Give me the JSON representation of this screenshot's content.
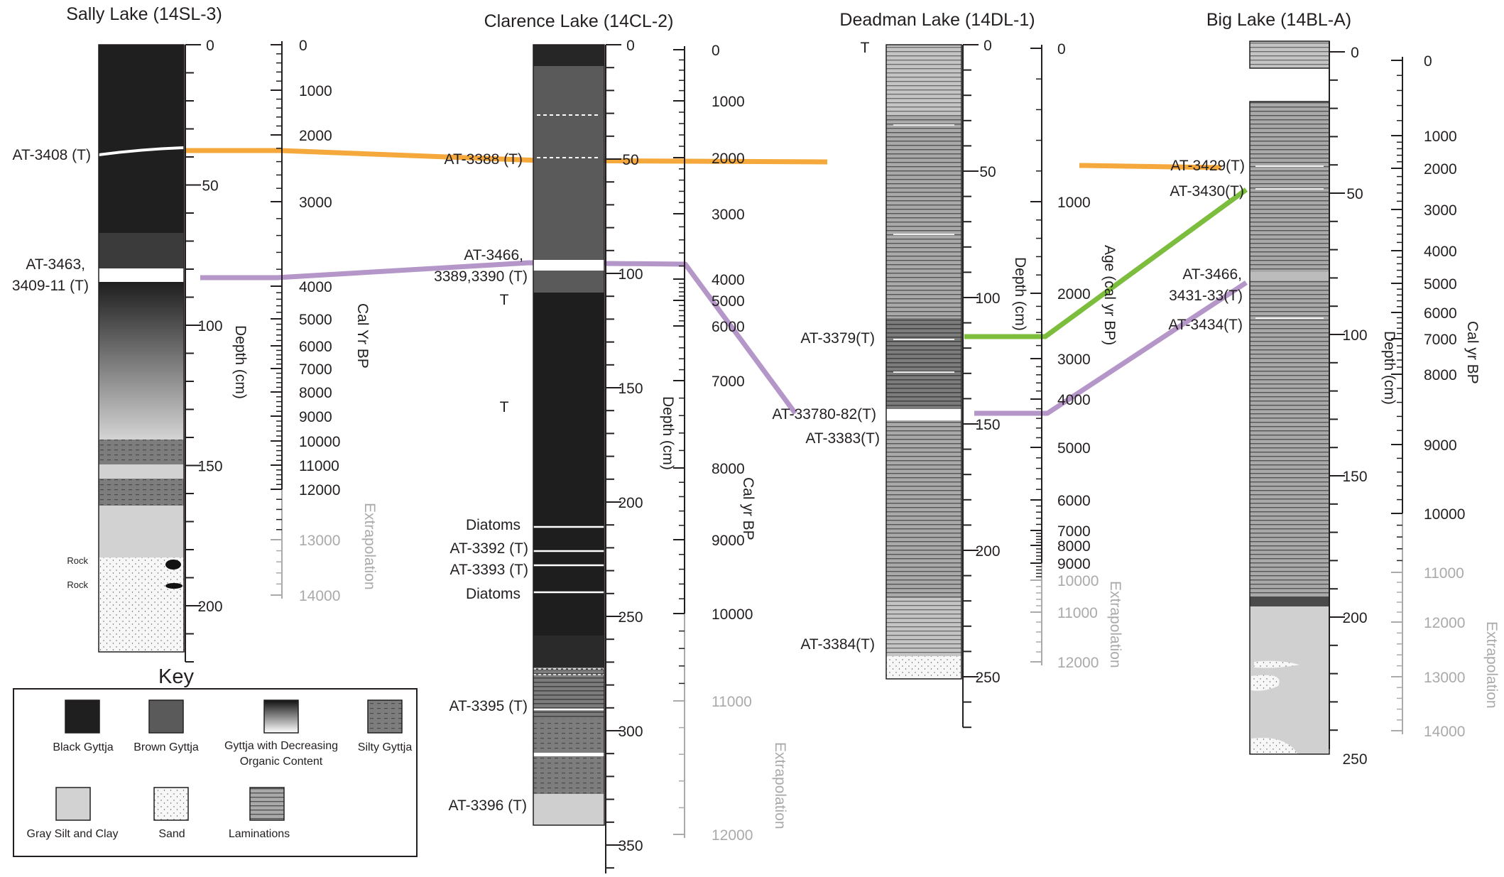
{
  "cores": [
    {
      "title": "Sally Lake (14SL-3)",
      "depth_label": "Depth (cm)",
      "age_label": "Cal Yr BP",
      "extrapolation_label": "Extrapolation",
      "depth_ticks": [
        "0",
        "50",
        "100",
        "150",
        "200"
      ],
      "age_ticks": [
        "0",
        "1000",
        "2000",
        "3000",
        "4000",
        "5000",
        "6000",
        "7000",
        "8000",
        "9000",
        "10000",
        "11000",
        "12000",
        "13000",
        "14000"
      ],
      "samples": [
        "AT-3408 (T)",
        "AT-3463,",
        "3409-11 (T)"
      ],
      "rock_labels": [
        "Rock",
        "Rock"
      ]
    },
    {
      "title": "Clarence Lake (14CL-2)",
      "depth_label": "Depth (cm)",
      "age_label": "Cal yr BP",
      "extrapolation_label": "Extrapolation",
      "depth_ticks": [
        "0",
        "50",
        "100",
        "150",
        "200",
        "250",
        "300",
        "350"
      ],
      "age_ticks": [
        "0",
        "1000",
        "2000",
        "3000",
        "4000",
        "5000",
        "6000",
        "7000",
        "8000",
        "9000",
        "10000",
        "11000",
        "12000"
      ],
      "samples": [
        "AT-3388 (T)",
        "AT-3466,",
        "3389,3390 (T)",
        "T",
        "T",
        "Diatoms",
        "AT-3392 (T)",
        "AT-3393 (T)",
        "Diatoms",
        "AT-3395 (T)",
        "AT-3396 (T)"
      ]
    },
    {
      "title": "Deadman Lake (14DL-1)",
      "depth_label": "Depth (cm)",
      "age_label": "Age (cal yr BP)",
      "extrapolation_label": "Extrapolation",
      "depth_ticks": [
        "0",
        "50",
        "100",
        "150",
        "200",
        "250"
      ],
      "age_ticks": [
        "0",
        "1000",
        "2000",
        "3000",
        "4000",
        "5000",
        "6000",
        "7000",
        "8000",
        "9000",
        "10000",
        "11000",
        "12000"
      ],
      "samples": [
        "T",
        "AT-3379(T)",
        "AT-33780-82(T)",
        "AT-3383(T)",
        "AT-3384(T)"
      ]
    },
    {
      "title": "Big Lake (14BL-A)",
      "depth_label": "Depth (cm)",
      "age_label": "Cal yr BP",
      "extrapolation_label": "Extrapolation",
      "depth_ticks": [
        "0",
        "50",
        "100",
        "150",
        "200",
        "250"
      ],
      "age_ticks": [
        "0",
        "1000",
        "2000",
        "3000",
        "4000",
        "5000",
        "6000",
        "7000",
        "8000",
        "9000",
        "10000",
        "11000",
        "12000",
        "13000",
        "14000"
      ],
      "samples": [
        "AT-3429(T)",
        "AT-3430(T)",
        "AT-3466,",
        "3431-33(T)",
        "AT-3434(T)"
      ]
    }
  ],
  "key": {
    "title": "Key",
    "items": [
      "Black Gyttja",
      "Brown Gyttja",
      "Gyttja with Decreasing",
      "Organic Content",
      "Silty Gyttja",
      "Gray Silt and Clay",
      "Sand",
      "Laminations"
    ]
  },
  "tephra_colors": {
    "orange": "#f5a93c",
    "purple": "#b496c8",
    "green": "#7dbd3e"
  }
}
